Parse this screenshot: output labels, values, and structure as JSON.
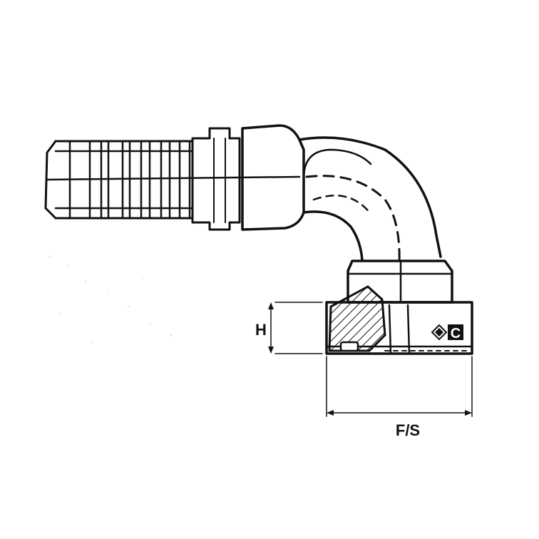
{
  "dimensions": {
    "height_label": "H",
    "flat_label": "F/S"
  },
  "logo": {
    "name": "manufacturer-logo",
    "icon": "c-diamond-logo",
    "letter": "C"
  },
  "colors": {
    "line": "#111111",
    "background": "#ffffff"
  }
}
